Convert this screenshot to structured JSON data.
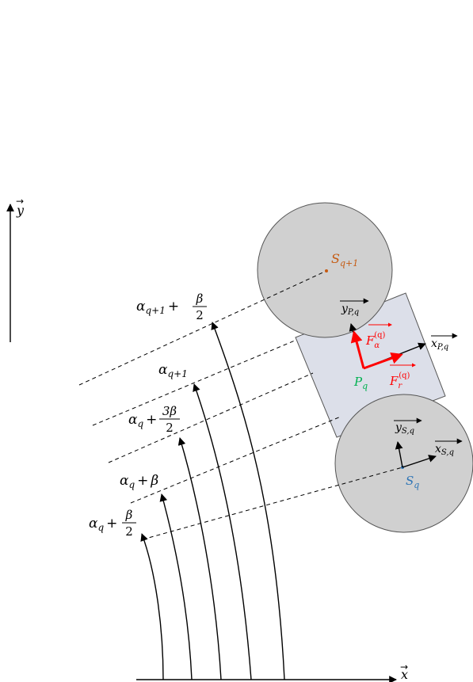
{
  "axes": {
    "x": {
      "base": "x",
      "arrow": "→"
    },
    "y": {
      "base": "y",
      "arrow": "→"
    }
  },
  "angles": [
    {
      "main": "α",
      "sub": "q+1",
      "op": "+",
      "num": "β",
      "den": "2"
    },
    {
      "main": "α",
      "sub": "q+1"
    },
    {
      "main": "α",
      "sub": "q",
      "op": "+",
      "num": "3β",
      "den": "2"
    },
    {
      "main": "α",
      "sub": "q",
      "op": "+",
      "tail": "β"
    },
    {
      "main": "α",
      "sub": "q",
      "op": "+",
      "num": "β",
      "den": "2"
    }
  ],
  "points": {
    "s_next": {
      "base": "S",
      "sub": "q+1"
    },
    "p": {
      "base": "P",
      "sub": "q"
    },
    "s": {
      "base": "S",
      "sub": "q"
    }
  },
  "vectors": {
    "x_p": {
      "base": "x",
      "sub": "P,q"
    },
    "y_p": {
      "base": "y",
      "sub": "P,q"
    },
    "x_s": {
      "base": "x",
      "sub": "S,q"
    },
    "y_s": {
      "base": "y",
      "sub": "S,q"
    },
    "f_alpha": {
      "base": "F",
      "sub": "α",
      "sup": "(q)"
    },
    "f_r": {
      "base": "F",
      "sub": "r",
      "sup": "(q)"
    }
  },
  "colors": {
    "circle_fill": "#d0d0d0",
    "plate_fill": "#dcdfe9",
    "force": "#ff0000",
    "s_next_label": "#c55a11",
    "p_label": "#00b050",
    "s_label": "#2e75b6"
  }
}
